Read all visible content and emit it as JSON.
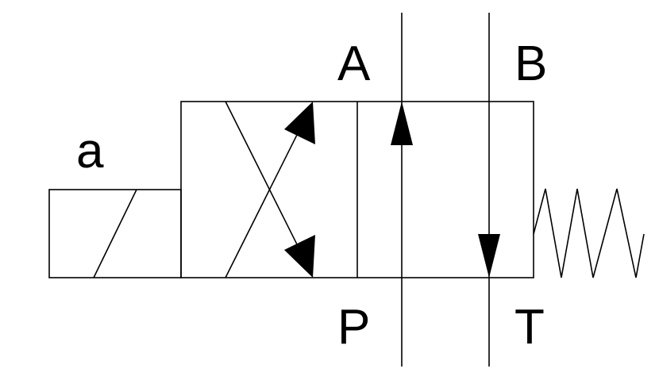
{
  "ports": {
    "a": "A",
    "b": "B",
    "p": "P",
    "t": "T"
  },
  "solenoid": {
    "label": "a"
  },
  "colors": {
    "line": "#000000",
    "background": "#ffffff"
  }
}
